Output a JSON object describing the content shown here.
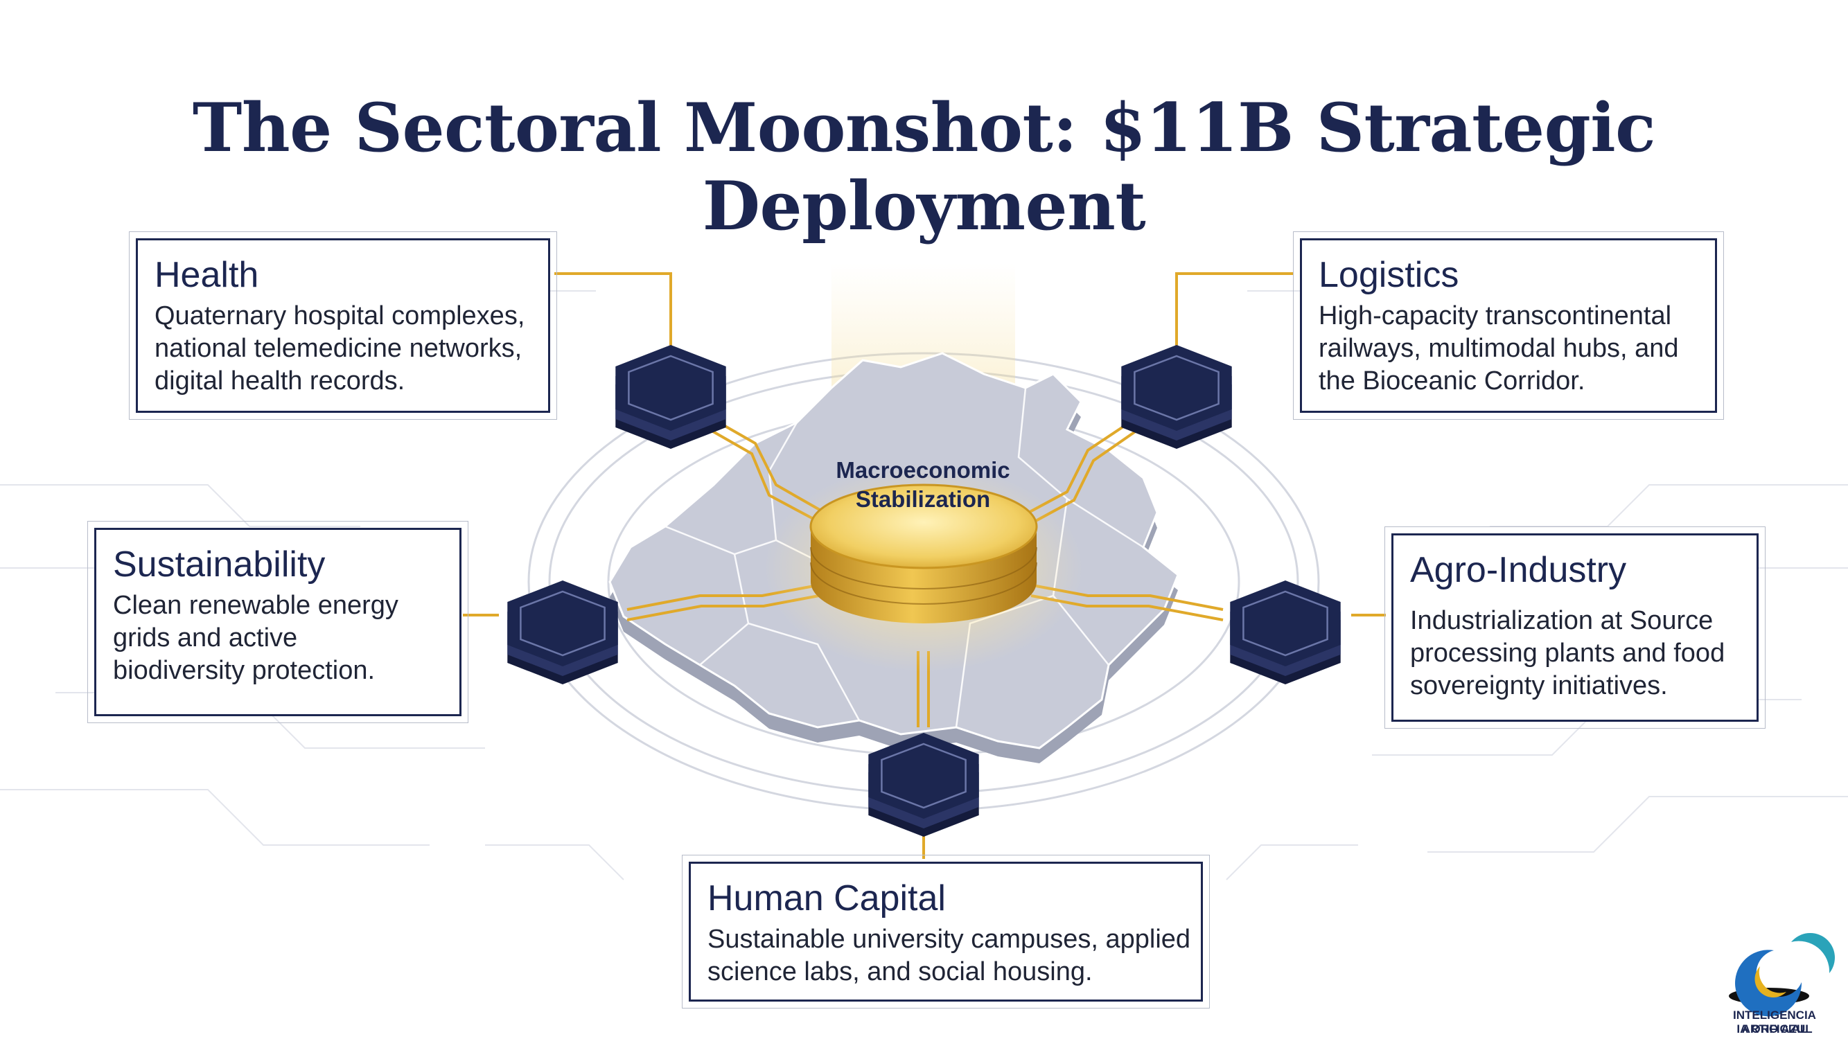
{
  "page_title": "The Sectoral Moonshot: $11B Strategic Deployment",
  "center_hub": {
    "label_line1": "Macroeconomic",
    "label_line2": "Stabilization"
  },
  "sectors": [
    {
      "id": "health",
      "title": "Health",
      "lines": [
        "Quaternary hospital complexes,",
        "national telemedicine networks,",
        "digital health records."
      ]
    },
    {
      "id": "logistics",
      "title": "Logistics",
      "lines": [
        "High-capacity transcontinental",
        "railways, multimodal hubs, and",
        "the Bioceanic Corridor."
      ]
    },
    {
      "id": "sustainability",
      "title": "Sustainability",
      "lines": [
        "Clean renewable energy",
        "grids and active",
        "biodiversity protection."
      ]
    },
    {
      "id": "agro-industry",
      "title": "Agro-Industry",
      "lines": [
        "Industrialization at Source",
        "processing plants and food",
        "sovereignty initiatives."
      ]
    },
    {
      "id": "human-capital",
      "title": "Human Capital",
      "lines": [
        "Sustainable university campuses, applied",
        "science labs, and social housing."
      ]
    }
  ],
  "logo": {
    "line1": "INTELIGENCIA ARTIFICIAL",
    "line2": "IA ORO AZUL"
  },
  "colors": {
    "navy": "#1c2650",
    "gold": "#e0a92a",
    "map_gray": "#c8cbd8",
    "frame_gray": "#b7bcc9"
  }
}
